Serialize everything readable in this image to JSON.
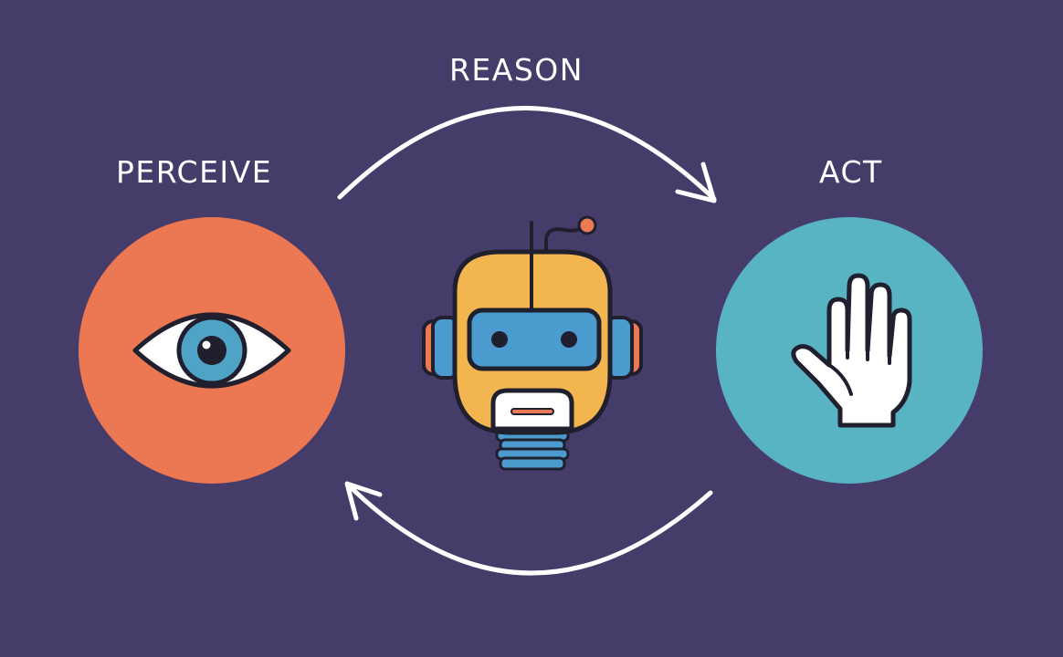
{
  "labels": {
    "reason": "REASON",
    "perceive": "PERCEIVE",
    "act": "ACT"
  },
  "colors": {
    "background": "#453c6a",
    "perceive_circle": "#ec7753",
    "act_circle": "#58b3c2",
    "robot_head": "#f2b550",
    "robot_visor": "#4b9bcf",
    "robot_ears": "#ea7a53",
    "arrow": "#ffffff",
    "outline": "#2a2a3a"
  },
  "icons": {
    "perceive": "eye-icon",
    "reason": "robot-icon",
    "act": "raised-hand-icon"
  }
}
